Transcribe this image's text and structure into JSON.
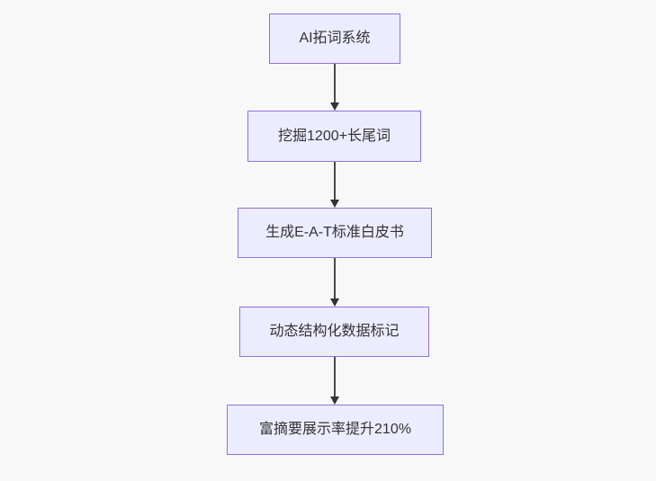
{
  "diagram": {
    "type": "flowchart-vertical",
    "background_color": "#f8f8f8",
    "node_fill_color": "#ECECFF",
    "node_border_color": "#9370DB",
    "text_color": "#333333",
    "arrow_color": "#333333",
    "nodes": [
      {
        "label": "AI拓词系统"
      },
      {
        "label": "挖掘1200+长尾词"
      },
      {
        "label": "生成E-A-T标准白皮书"
      },
      {
        "label": "动态结构化数据标记"
      },
      {
        "label": "富摘要展示率提升210%"
      }
    ],
    "edges": [
      {
        "from": 0,
        "to": 1
      },
      {
        "from": 1,
        "to": 2
      },
      {
        "from": 2,
        "to": 3
      },
      {
        "from": 3,
        "to": 4
      }
    ]
  }
}
